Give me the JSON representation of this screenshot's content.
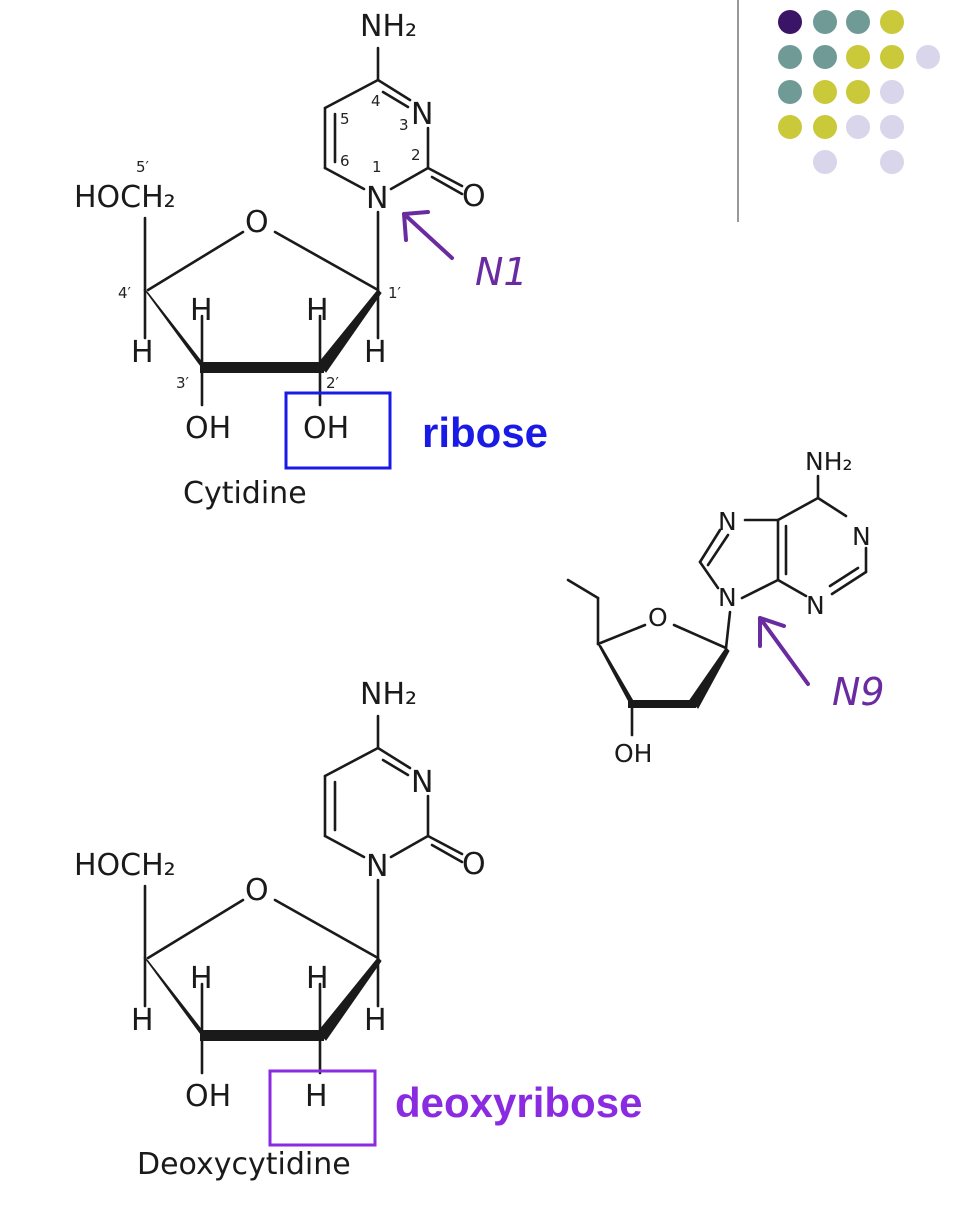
{
  "cytidine": {
    "amine": "NH₂",
    "ring_n3": "N",
    "ring_n1": "N",
    "carbonyl_o": "O",
    "ring_o": "O",
    "hoch2": "HOCH₂",
    "h_left": "H",
    "h_3": "H",
    "h_2": "H",
    "h_1": "H",
    "oh_3": "OH",
    "oh_2": "OH",
    "name": "Cytidine",
    "pos_4": "4",
    "pos_5": "5",
    "pos_3": "3",
    "pos_2": "2",
    "pos_6": "6",
    "pos_1": "1",
    "pos_5p": "5′",
    "pos_4p": "4′",
    "pos_3p": "3′",
    "pos_2p": "2′",
    "pos_1p": "1′"
  },
  "ribose_label": "ribose",
  "annotation_n1": "N1",
  "deoxyadenosine": {
    "amine": "NH₂",
    "n7": "N",
    "n1": "N",
    "n3": "N",
    "n9": "N",
    "ring_o": "O",
    "oh": "OH"
  },
  "annotation_n9": "N9",
  "deoxycytidine": {
    "amine": "NH₂",
    "ring_n3": "N",
    "ring_n1": "N",
    "carbonyl_o": "O",
    "ring_o": "O",
    "hoch2": "HOCH₂",
    "h_left": "H",
    "h_3": "H",
    "h_2top": "H",
    "h_1": "H",
    "oh_3": "OH",
    "h_2": "H",
    "name": "Deoxycytidine"
  },
  "deoxyribose_label": "deoxyribose",
  "colors": {
    "ribose_box": "#1a1ae6",
    "deoxy_box": "#8a2be2",
    "annotation": "#6a2ba0",
    "dot_dark": "#3a1466",
    "dot_teal": "#6f9a96",
    "dot_olive": "#c9c93a",
    "dot_lavender": "#d9d5ea"
  }
}
